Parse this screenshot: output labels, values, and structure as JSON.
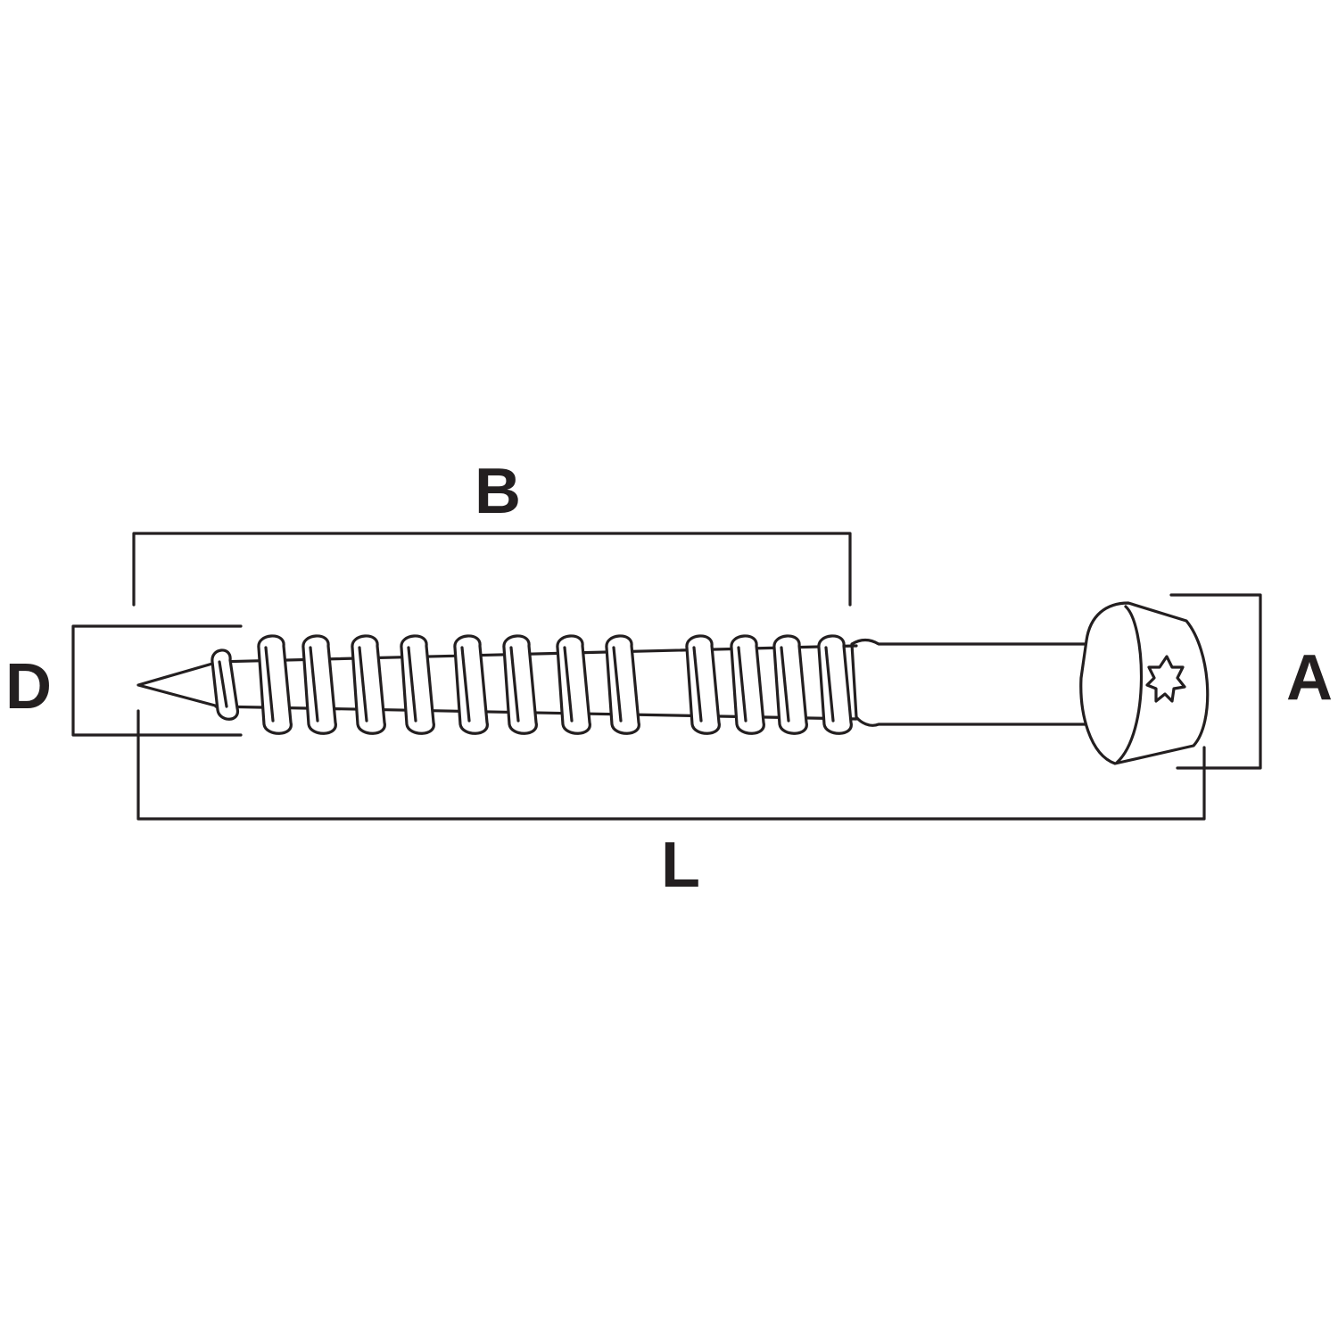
{
  "colors": {
    "line": "#231f20",
    "background": "#ffffff"
  },
  "labels": {
    "B": "B",
    "D": "D",
    "A": "A",
    "L": "L"
  }
}
